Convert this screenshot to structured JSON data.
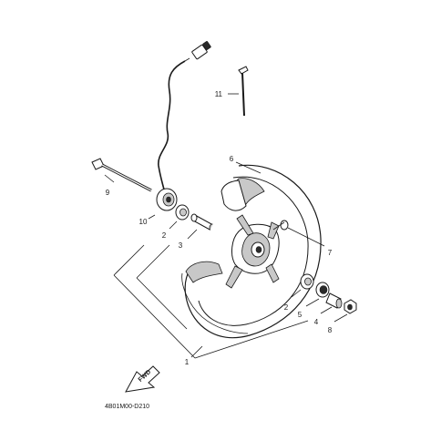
{
  "diagram": {
    "code": "4B01M00-D210",
    "fwd_label": "FWD",
    "callouts": {
      "p1": "1",
      "p2a": "2",
      "p2b": "2",
      "p3": "3",
      "p4": "4",
      "p5": "5",
      "p6": "6",
      "p7": "7",
      "p8": "8",
      "p9": "9",
      "p10": "10",
      "p11": "11"
    }
  }
}
